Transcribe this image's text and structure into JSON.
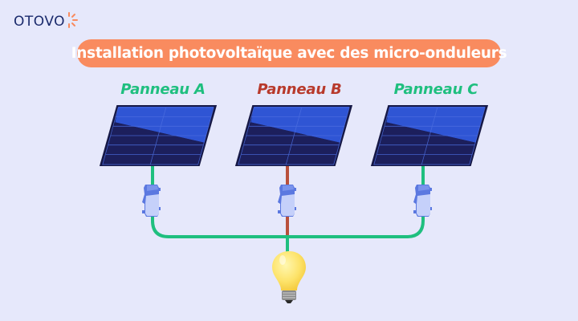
{
  "logo": {
    "text": "OTOVO",
    "icon": "sun-spark-icon",
    "color": "#1a2a6c",
    "accent": "#f98b5f"
  },
  "title": {
    "text": "Installation photovoltaïque avec des micro-onduleurs",
    "background": "#f98b5f",
    "color": "#ffffff"
  },
  "panels": [
    {
      "label": "Panneau A",
      "label_color": "#1fbf7f",
      "wire_color": "#1fbf7f",
      "status": "ok"
    },
    {
      "label": "Panneau B",
      "label_color": "#b83a2c",
      "wire_color": "#b9503c",
      "status": "fault"
    },
    {
      "label": "Panneau C",
      "label_color": "#1fbf7f",
      "wire_color": "#1fbf7f",
      "status": "ok"
    }
  ],
  "components": {
    "panel_icon": "solar-panel-icon",
    "inverter_icon": "micro-inverter-icon",
    "load_icon": "light-bulb-icon"
  },
  "colors": {
    "background": "#e6e8fb",
    "bus_wire": "#1fbf7f",
    "panel_dark": "#1c1f5c",
    "panel_light": "#2f55d4",
    "inverter": "#aab8f5",
    "bulb": "#fce36b"
  }
}
